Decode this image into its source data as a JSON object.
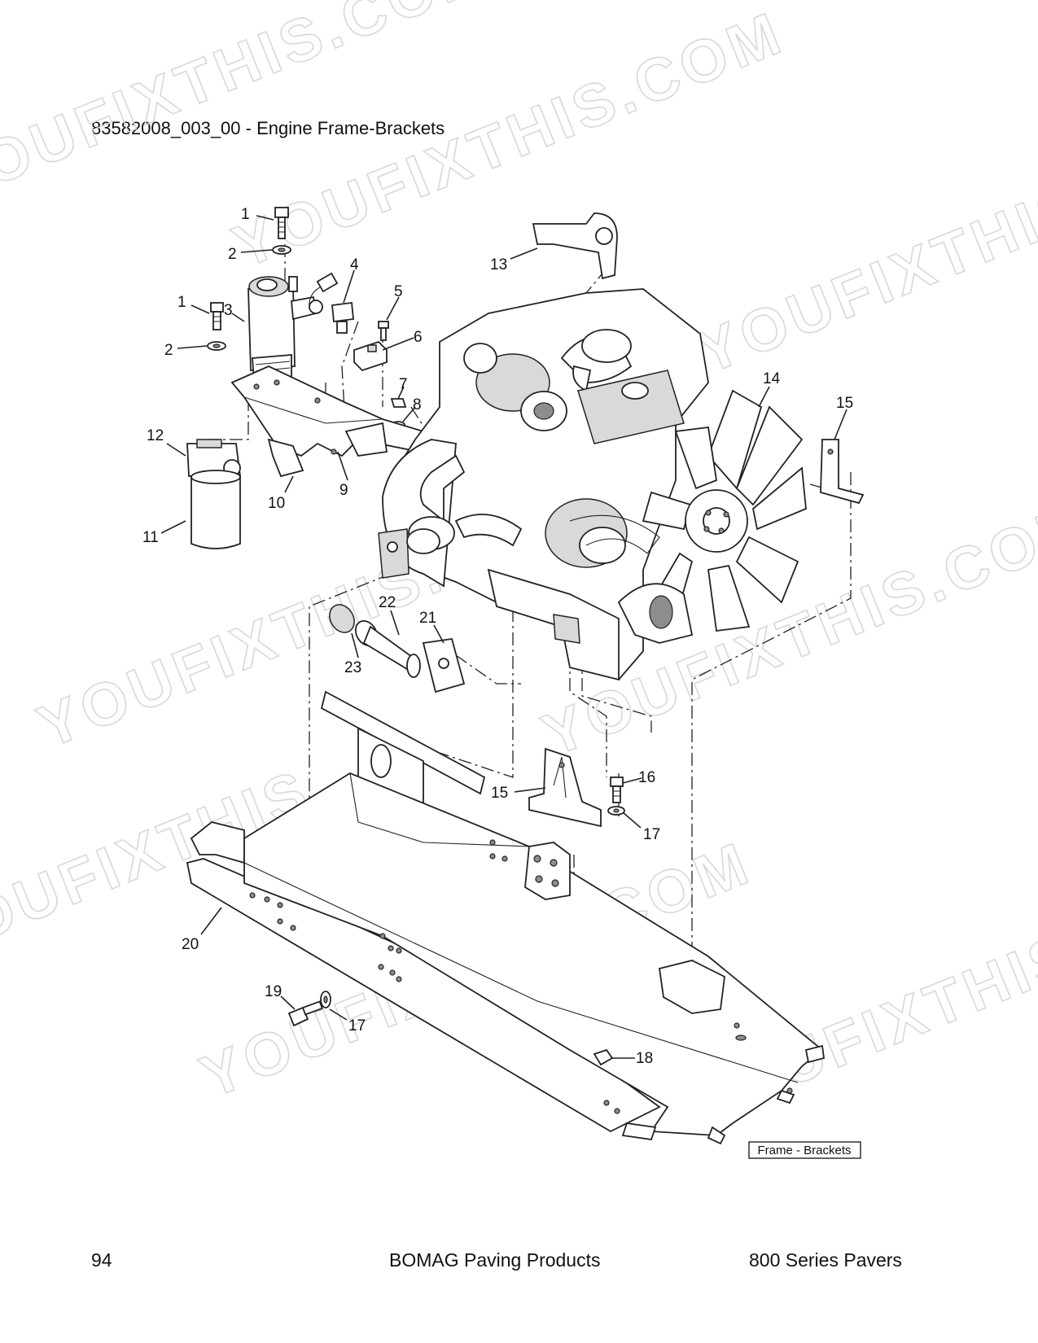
{
  "header": {
    "title": "83582008_003_00 - Engine Frame-Brackets"
  },
  "diagram": {
    "box_label": "Frame - Brackets",
    "callouts": [
      "1",
      "2",
      "4",
      "1",
      "3",
      "5",
      "2",
      "6",
      "7",
      "8",
      "12",
      "9",
      "10",
      "11",
      "13",
      "14",
      "15",
      "22",
      "21",
      "23",
      "15",
      "16",
      "17",
      "20",
      "19",
      "17",
      "18"
    ],
    "watermark": [
      "YOUFIXTHIS.COM",
      "YOUFIXTHIS.COM",
      "YOUFIXTHIS",
      "YOUFIXTHIS.COM",
      "YOUFIXTHIS.COM",
      "YOUFIXTHIS",
      "YOUFIXTHIS.COM",
      "YOUFIXTHIS.COM"
    ]
  },
  "footer": {
    "page_number": "94",
    "publisher": "BOMAG Paving Products",
    "series": "800 Series Pavers"
  }
}
